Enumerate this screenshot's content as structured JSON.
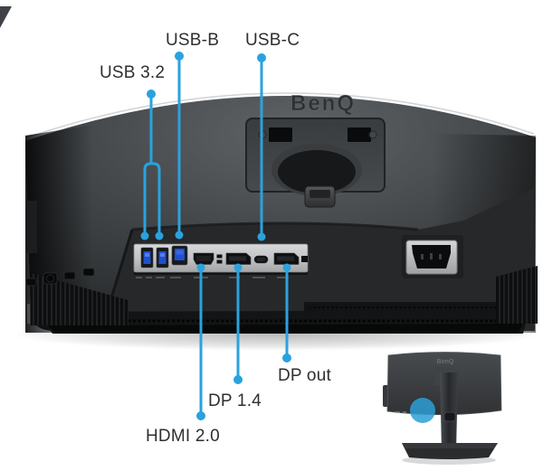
{
  "diagram": {
    "brand_logo": "BenQ",
    "callouts": [
      {
        "id": "usb-3-2",
        "label": "USB 3.2"
      },
      {
        "id": "usb-b",
        "label": "USB-B"
      },
      {
        "id": "usb-c",
        "label": "USB-C"
      },
      {
        "id": "dp-out",
        "label": "DP out"
      },
      {
        "id": "dp-1-4",
        "label": "DP 1.4"
      },
      {
        "id": "hdmi-2-0",
        "label": "HDMI 2.0"
      }
    ],
    "colors": {
      "callout_blue": "#2aa2de",
      "panel_silver": "#c6c8ca",
      "usb_port_blue": "#2050cf",
      "background": "#ffffff"
    }
  },
  "inset": {
    "brand_logo": "BenQ",
    "highlight_color": "#2d9fd6"
  }
}
